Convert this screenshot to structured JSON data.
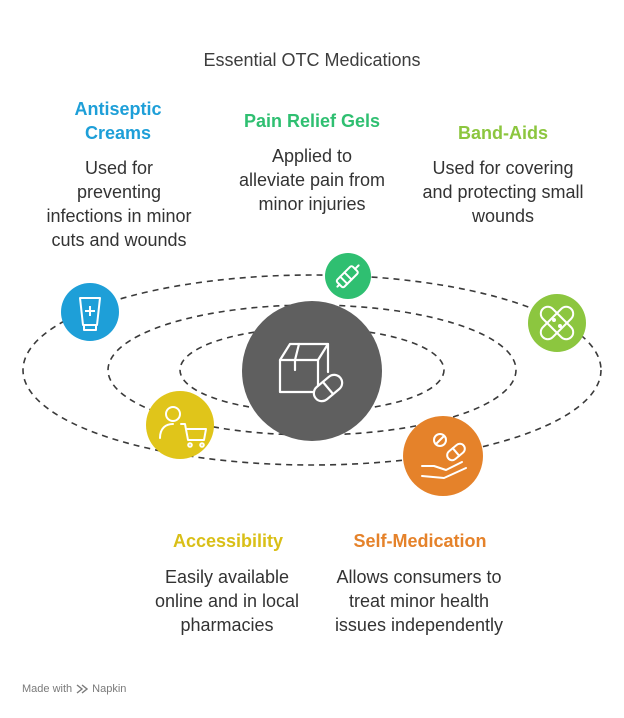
{
  "title": "Essential OTC Medications",
  "center": {
    "icon": "medicine-box-capsule-icon",
    "color": "#5f5f5f"
  },
  "items": [
    {
      "heading": "Antiseptic Creams",
      "description": "Used for preventing infections in minor cuts and wounds",
      "color": "#1e9fd8",
      "icon": "cream-tube-icon"
    },
    {
      "heading": "Pain Relief Gels",
      "description": "Applied to alleviate pain from minor injuries",
      "color": "#2fbf71",
      "icon": "gel-applicator-icon"
    },
    {
      "heading": "Band-Aids",
      "description": "Used for covering and protecting small wounds",
      "color": "#8cc63f",
      "icon": "bandage-icon"
    },
    {
      "heading": "Accessibility",
      "description": "Easily available online and in local pharmacies",
      "color": "#e0c51a",
      "icon": "person-cart-icon"
    },
    {
      "heading": "Self-Medication",
      "description": "Allows consumers to treat minor health issues independently",
      "color": "#e5822a",
      "icon": "hand-pills-icon"
    }
  ],
  "footer": {
    "made_with": "Made with",
    "brand": "Napkin"
  }
}
